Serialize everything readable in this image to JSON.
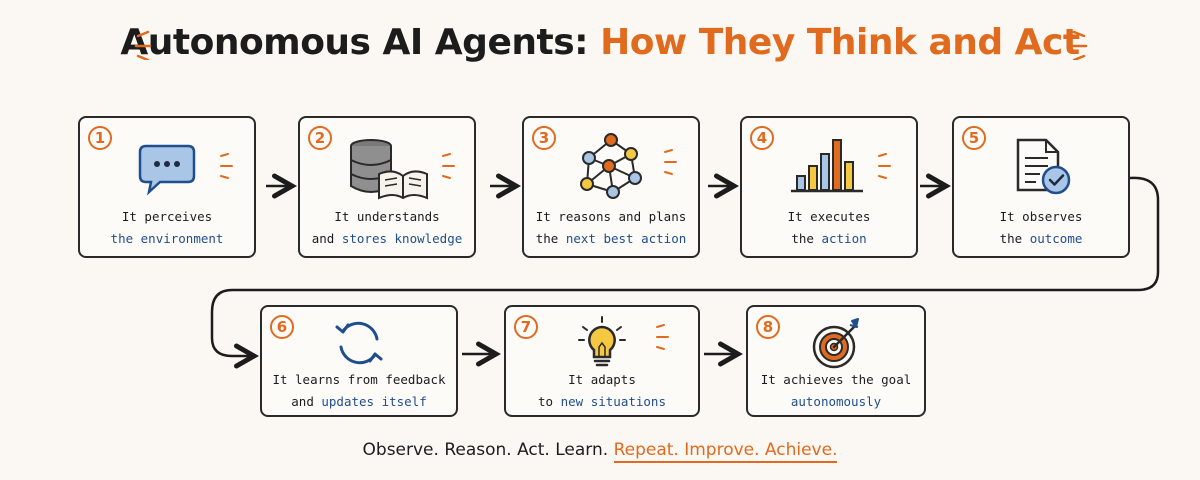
{
  "title": {
    "main": "Autonomous AI Agents:",
    "accent": "How They Think and Act"
  },
  "steps": [
    {
      "number": "1",
      "line1": "It perceives",
      "line2_prefix": "",
      "line2_highlight": "the environment",
      "icon": "speech-bubble-icon"
    },
    {
      "number": "2",
      "line1": "It understands",
      "line2_prefix": "and ",
      "line2_highlight": "stores knowledge",
      "icon": "database-book-icon"
    },
    {
      "number": "3",
      "line1": "It reasons and plans",
      "line2_prefix": "the ",
      "line2_highlight": "next best action",
      "icon": "network-graph-icon"
    },
    {
      "number": "4",
      "line1": "It executes",
      "line2_prefix": "the ",
      "line2_highlight": "action",
      "icon": "bar-chart-icon"
    },
    {
      "number": "5",
      "line1": "It observes",
      "line2_prefix": "the ",
      "line2_highlight": "outcome",
      "icon": "document-check-icon"
    },
    {
      "number": "6",
      "line1": "It learns from feedback",
      "line2_prefix": "and ",
      "line2_highlight": "updates itself",
      "icon": "refresh-cycle-icon"
    },
    {
      "number": "7",
      "line1": "It adapts",
      "line2_prefix": "to ",
      "line2_highlight": "new situations",
      "icon": "lightbulb-icon"
    },
    {
      "number": "8",
      "line1": "It achieves the goal",
      "line2_prefix": "",
      "line2_highlight": "autonomously",
      "icon": "target-arrow-icon"
    }
  ],
  "footer": {
    "plain": "Observe. Reason. Act. Learn.",
    "accent": "Repeat. Improve. Achieve."
  },
  "colors": {
    "accent": "#e06a1e",
    "highlight_text": "#1f4e8c",
    "blue": "#1f4e8c",
    "light_blue": "#a9c6e6",
    "yellow": "#f5c842",
    "background": "#fbf8f3"
  }
}
